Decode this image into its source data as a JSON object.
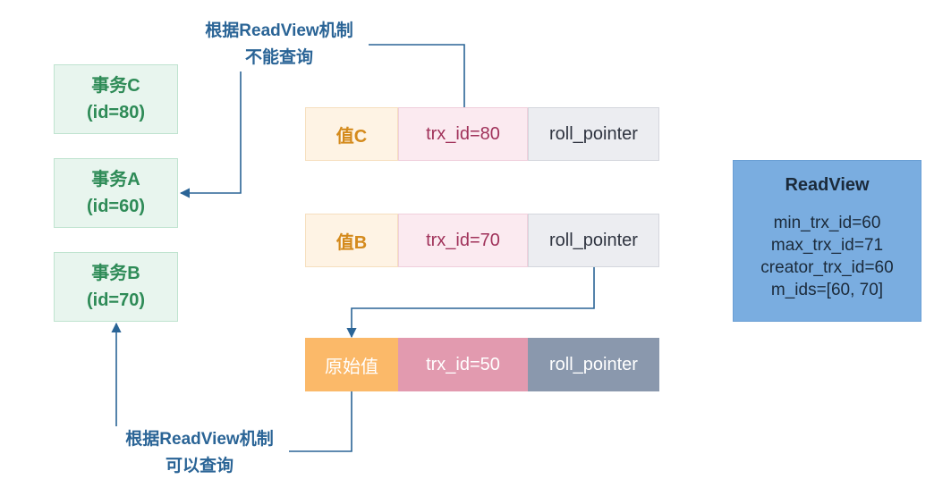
{
  "transactions": {
    "c": {
      "name": "事务C",
      "id": "(id=80)"
    },
    "a": {
      "name": "事务A",
      "id": "(id=60)"
    },
    "b": {
      "name": "事务B",
      "id": "(id=70)"
    }
  },
  "versions": [
    {
      "value": "值C",
      "trx_id": "trx_id=80",
      "pointer": "roll_pointer"
    },
    {
      "value": "值B",
      "trx_id": "trx_id=70",
      "pointer": "roll_pointer"
    },
    {
      "value": "原始值",
      "trx_id": "trx_id=50",
      "pointer": "roll_pointer"
    }
  ],
  "annotations": {
    "top": {
      "line1": "根据ReadView机制",
      "line2": "不能查询"
    },
    "bottom": {
      "line1": "根据ReadView机制",
      "line2": "可以查询"
    }
  },
  "readview": {
    "title": "ReadView",
    "lines": [
      "min_trx_id=60",
      "max_trx_id=71",
      "creator_trx_id=60",
      "m_ids=[60, 70]"
    ]
  },
  "colors": {
    "arrow": "#2a6496",
    "txn_bg": "#e8f5ee",
    "readview_bg": "#7aade0"
  }
}
